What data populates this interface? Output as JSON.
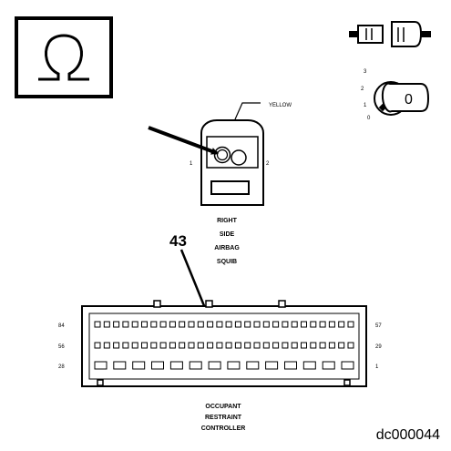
{
  "ohm_icon": "omega-resistance-symbol",
  "squib": {
    "wire_color": "YELLOW",
    "pin_left": "1",
    "pin_right": "2",
    "name_lines": [
      "RIGHT",
      "SIDE",
      "AIRBAG",
      "SQUIB"
    ]
  },
  "ignition": {
    "positions": [
      "3",
      "2",
      "1",
      "0"
    ],
    "key_label": "0"
  },
  "callout": "43",
  "controller": {
    "name_lines": [
      "OCCUPANT",
      "RESTRAINT",
      "CONTROLLER"
    ],
    "row_labels_left": [
      "84",
      "56",
      "28"
    ],
    "row_labels_right": [
      "57",
      "29",
      "1"
    ]
  },
  "figure_id": "dc000044",
  "colors": {
    "ink": "#000000",
    "paper": "#ffffff",
    "pin_fill": "#e8e8e8"
  }
}
